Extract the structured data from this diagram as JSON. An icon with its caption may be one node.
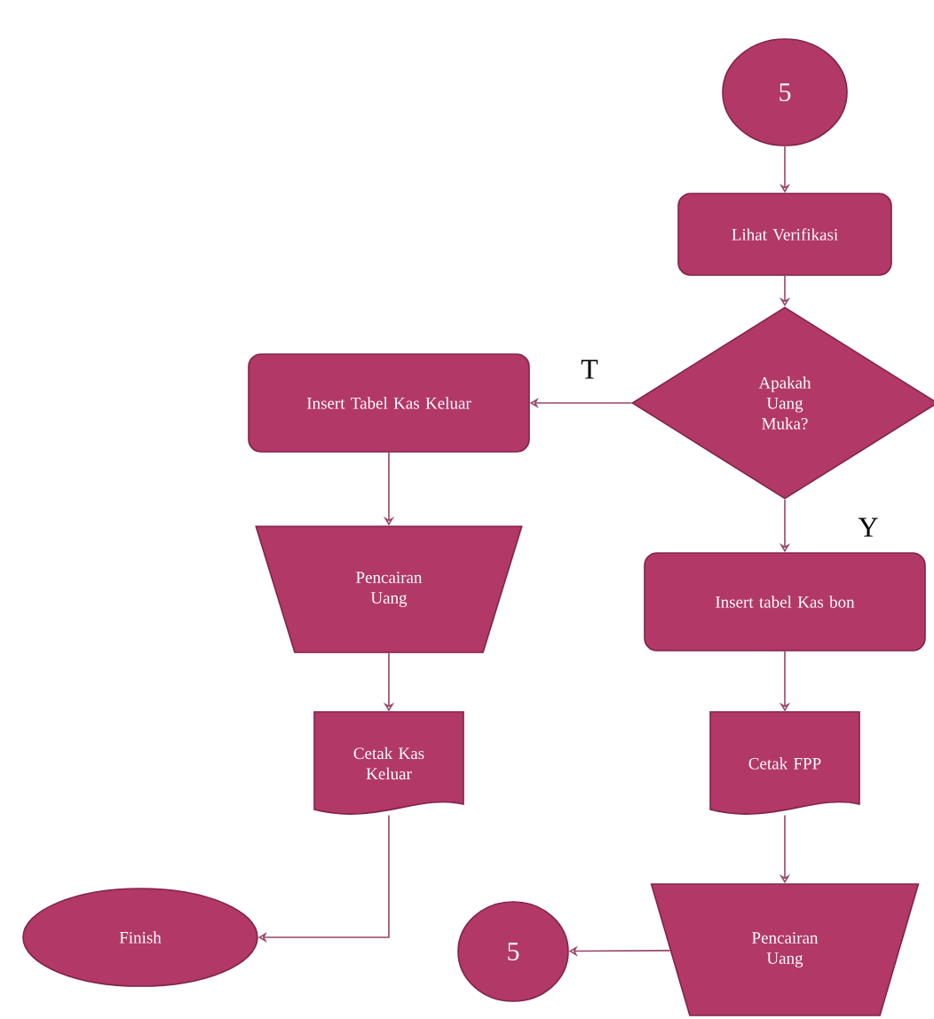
{
  "diagram": {
    "nodes": [
      {
        "text": [
          "5"
        ]
      },
      {
        "text": [
          "Lihat Verifikasi"
        ]
      },
      {
        "text": [
          "Apakah Uang Muka?"
        ]
      },
      {
        "text": [
          "Insert Tabel Kas Keluar"
        ]
      },
      {
        "text": [
          "Pencairan Uang"
        ]
      },
      {
        "text": [
          "Cetak Kas Keluar"
        ]
      },
      {
        "text": [
          "Finish"
        ]
      },
      {
        "text": [
          "Insert tabel Kas bon"
        ]
      },
      {
        "text": [
          "Cetak FPP"
        ]
      },
      {
        "text": [
          "Pencairan Uang"
        ]
      },
      {
        "text": [
          "5"
        ]
      }
    ],
    "edges": [
      {
        "from": 0,
        "to": 1,
        "arrow": "to"
      },
      {
        "from": 1,
        "to": 2,
        "arrow": "to"
      },
      {
        "from": 2,
        "to": 3,
        "arrow": "to",
        "label": "T"
      },
      {
        "from": 2,
        "to": 7,
        "arrow": "to",
        "label": "Y"
      },
      {
        "from": 3,
        "to": 4,
        "arrow": "to"
      },
      {
        "from": 4,
        "to": 5,
        "arrow": "to"
      },
      {
        "from": 5,
        "to": 6,
        "arrow": "to"
      },
      {
        "from": 7,
        "to": 8,
        "arrow": "to"
      },
      {
        "from": 8,
        "to": 9,
        "arrow": "to"
      },
      {
        "from": 9,
        "to": 10,
        "arrow": "to"
      }
    ]
  }
}
